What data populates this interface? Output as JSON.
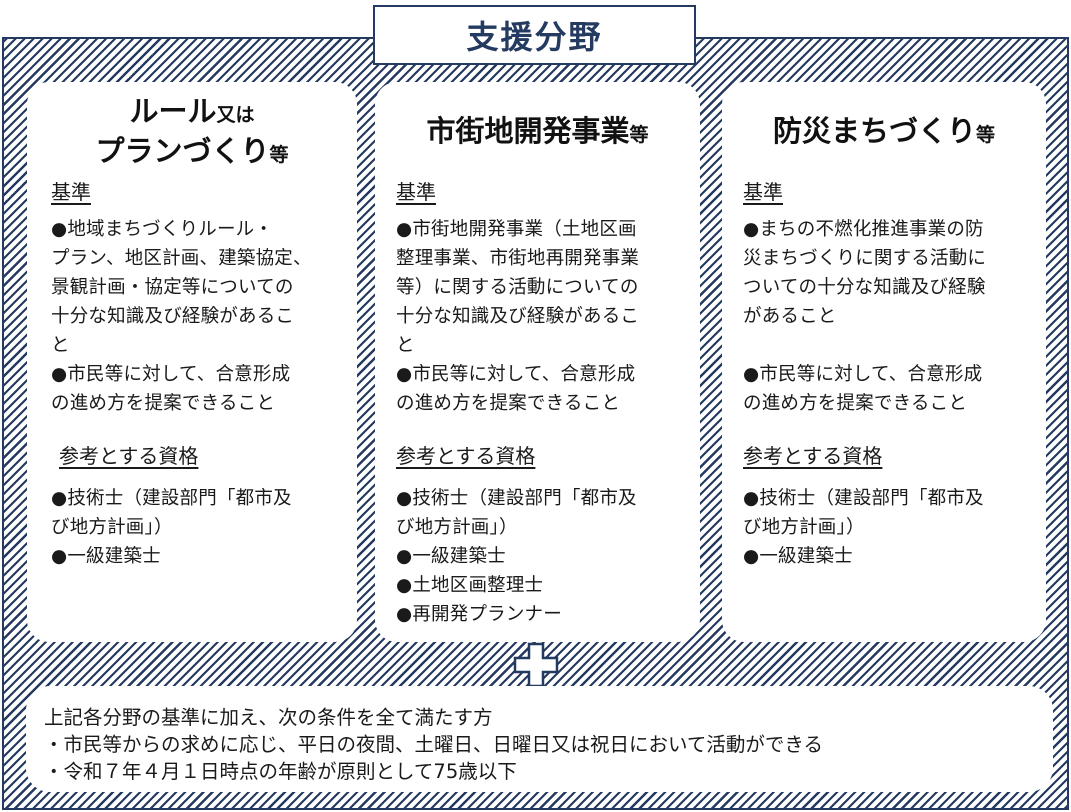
{
  "title": "支援分野",
  "columns": [
    {
      "heading_line1_big": "ルール",
      "heading_line1_small": "又は",
      "heading_line2_big": "プランづくり",
      "heading_line2_small": "等",
      "criteria_label": "基準",
      "criteria_lines": [
        "●地域まちづくりルール・",
        "プラン、地区計画、建築協定、",
        "景観計画・協定等についての",
        "十分な知識及び経験があるこ",
        "と",
        "●市民等に対して、合意形成",
        "の進め方を提案できること"
      ],
      "qualifications_label": "参考とする資格",
      "qualification_lines": [
        "●技術士（建設部門「都市及",
        "び地方計画」）",
        "●一級建築士"
      ]
    },
    {
      "heading_big": "市街地開発事業",
      "heading_small": "等",
      "criteria_label": "基準",
      "criteria_lines": [
        "●市街地開発事業（土地区画",
        "整理事業、市街地再開発事業",
        "等）に関する活動についての",
        "十分な知識及び経験があるこ",
        "と",
        "●市民等に対して、合意形成",
        "の進め方を提案できること"
      ],
      "qualifications_label": "参考とする資格",
      "qualification_lines": [
        "●技術士（建設部門「都市及",
        "び地方計画」）",
        "●一級建築士",
        "●土地区画整理士",
        "●再開発プランナー"
      ]
    },
    {
      "heading_big": "防災まちづくり",
      "heading_small": "等",
      "criteria_label": "基準",
      "criteria_lines": [
        "●まちの不燃化推進事業の防",
        "災まちづくりに関する活動に",
        "ついての十分な知識及び経験",
        "があること",
        "",
        "●市民等に対して、合意形成",
        "の進め方を提案できること"
      ],
      "qualifications_label": "参考とする資格",
      "qualification_lines": [
        "●技術士（建設部門「都市及",
        "び地方計画」）",
        "●一級建築士"
      ]
    }
  ],
  "conditions": {
    "intro": "上記各分野の基準に加え、次の条件を全て満たす方",
    "items": [
      "・市民等からの求めに応じ、平日の夜間、土曜日、日曜日又は祝日において活動ができる",
      "・令和７年４月１日時点の年齢が原則として75歳以下"
    ]
  },
  "icons": {
    "plus": "plus-icon"
  },
  "colors": {
    "navy": "#243a60",
    "text": "#1a1a1a",
    "background": "#ffffff"
  }
}
